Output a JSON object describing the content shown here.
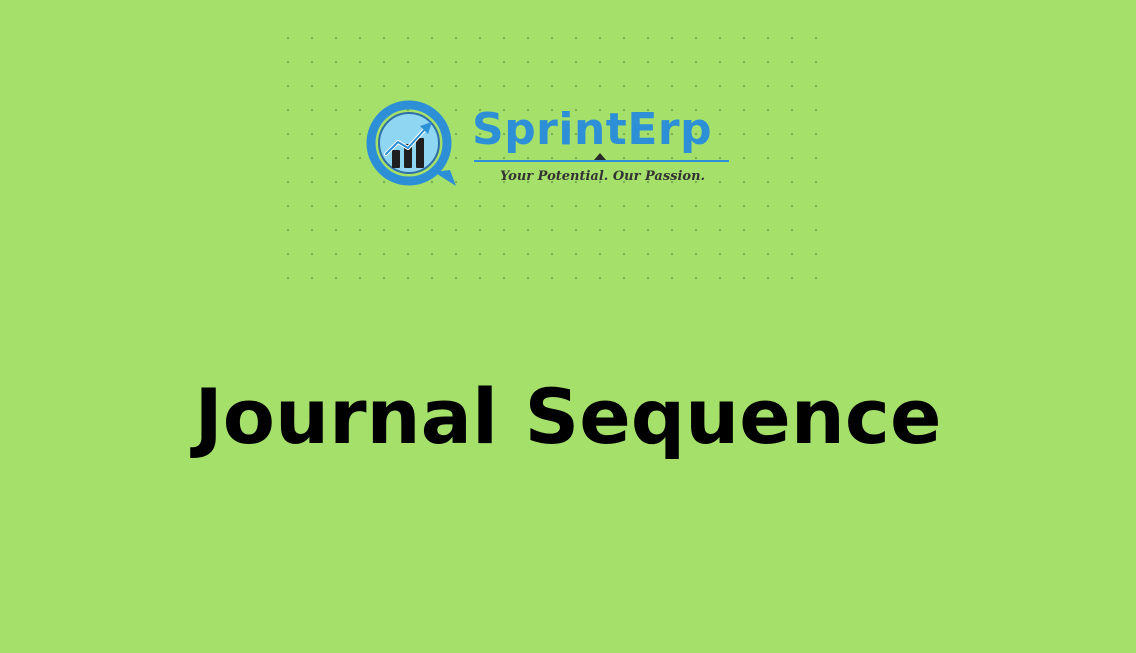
{
  "logo": {
    "brand_name": "SprintErp",
    "tagline": "Your Potential. Our Passion."
  },
  "title": "Journal Sequence",
  "colors": {
    "background": "#a5e06b",
    "brand_blue": "#2d8fd6",
    "title_text": "#000000",
    "tagline_text": "#333333"
  },
  "icons": {
    "logo_mark": "growth-chart-magnifier-icon"
  }
}
